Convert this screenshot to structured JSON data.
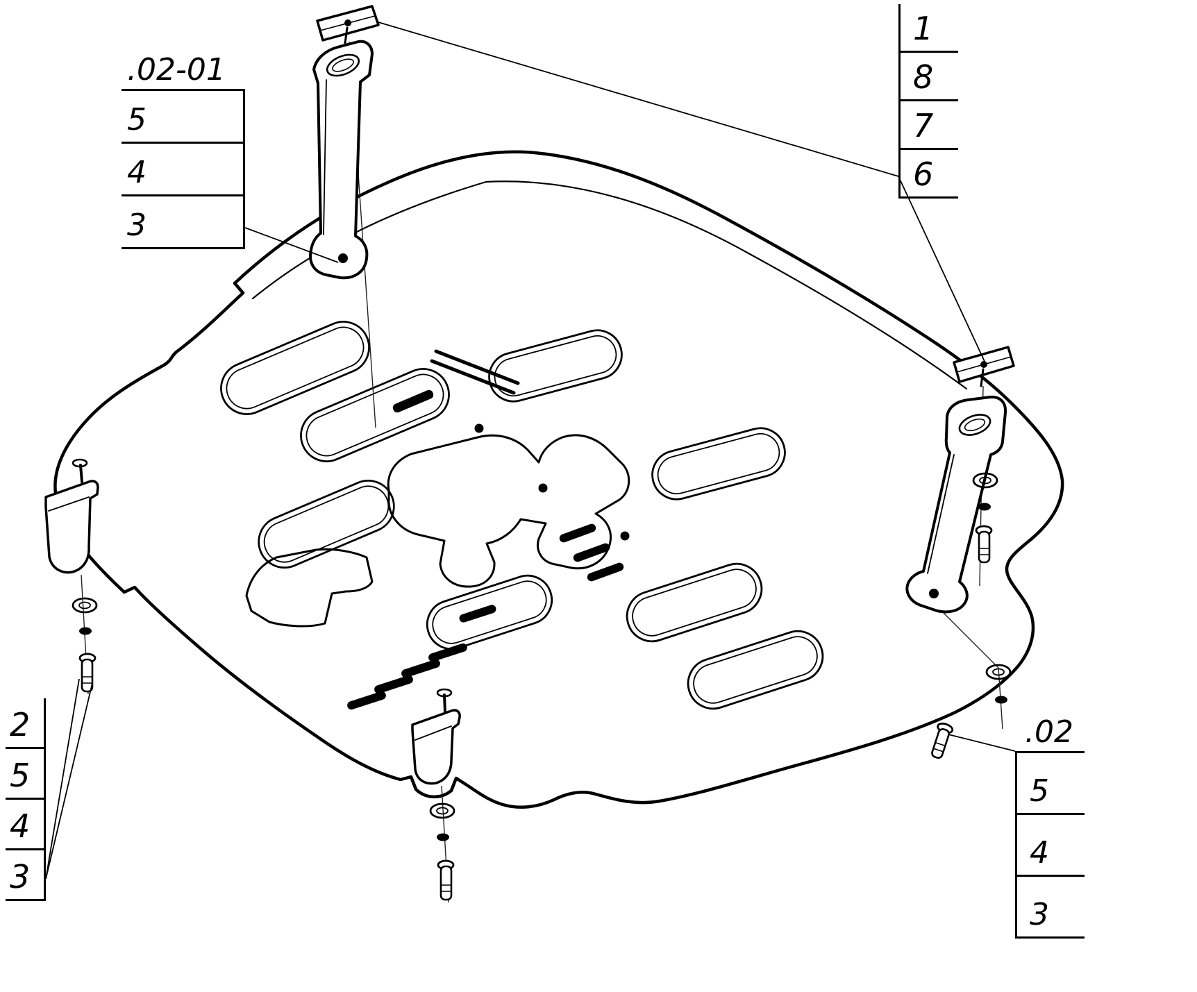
{
  "callouts": {
    "top_left": {
      "header": ".02-01",
      "rows": [
        "5",
        "4",
        "3"
      ]
    },
    "top_right": {
      "rows": [
        "1",
        "8",
        "7",
        "6"
      ]
    },
    "bottom_left": {
      "rows": [
        "2",
        "5",
        "4",
        "3"
      ]
    },
    "bottom_right": {
      "header": ".02",
      "rows": [
        "5",
        "4",
        "3"
      ]
    }
  },
  "colors": {
    "line": "#000000",
    "background": "#ffffff"
  }
}
